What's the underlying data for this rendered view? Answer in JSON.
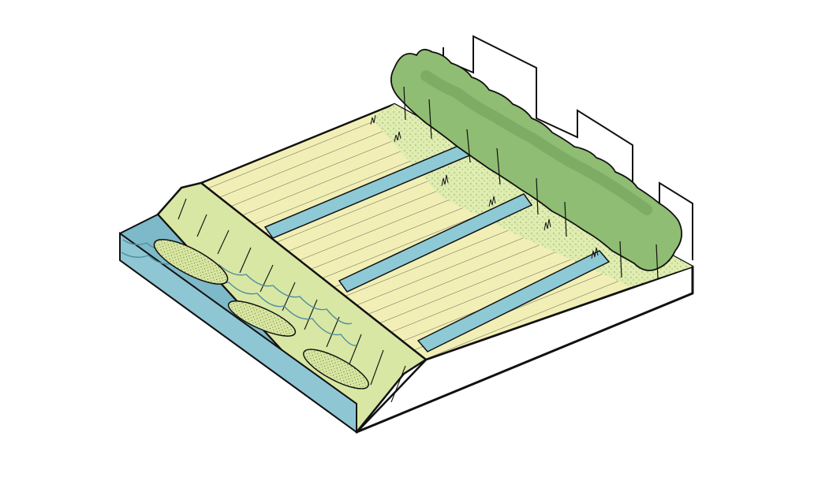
{
  "diagram": {
    "kind": "isometric landscape illustration",
    "labels": []
  },
  "colors": {
    "background": "#ffffff",
    "outline": "#111111",
    "field": "#f2efb6",
    "field_hatch": "#4a4a3a",
    "ditch_water": "#8ec9d6",
    "river_water": "#7db9c8",
    "river_wave": "#4f8ea0",
    "dike": "#d8e7a3",
    "meadow": "#dfedb0",
    "island": "#d9e7a1",
    "tree_canopy": "#8fbd73",
    "tree_canopy_dark": "#6f9f59",
    "soil_side": "#ffffff"
  },
  "icons": [
    "river",
    "dike",
    "field",
    "ditch",
    "hedgerow",
    "building-outline"
  ]
}
